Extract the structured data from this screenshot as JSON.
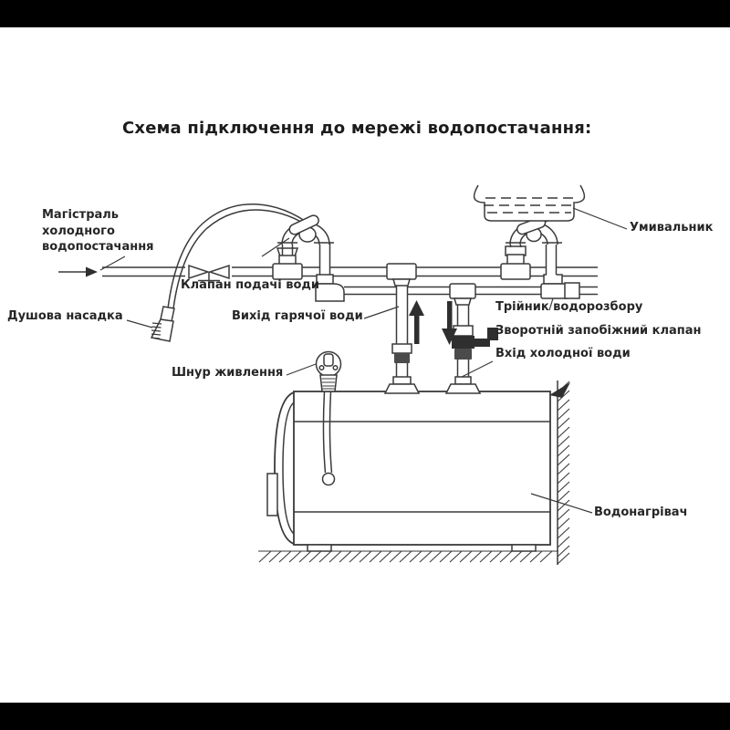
{
  "title": "Схема підключення до мережі водопостачання:",
  "labels": {
    "cold_main": "Магістраль\nхолодного\nводопостачання",
    "washbasin": "Умивальник",
    "supply_valve": "Клапан подачі води",
    "shower_head": "Душова насадка",
    "hot_outlet": "Вихід гарячої води",
    "distribution_tee": "Трійник водорозбору",
    "check_valve": "Зворотній запобіжний клапан",
    "cold_inlet": "Вхід холодної води",
    "power_cord": "Шнур живлення",
    "water_heater": "Водонагрівач"
  },
  "colors": {
    "background": "#ffffff",
    "letterbox": "#000000",
    "line": "#3a3a3a",
    "solid_parts": "#2f2f2f",
    "union_fill": "#4b4b4b",
    "text": "#262626"
  }
}
